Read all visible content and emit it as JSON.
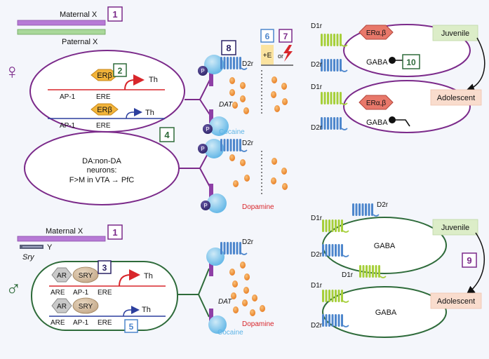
{
  "colors": {
    "female": "#7b2a8a",
    "male": "#2e6b3a",
    "maternal_bar": "#b77ad6",
    "paternal_bar": "#a9d89a",
    "y_bar": "#59607a",
    "dopamine": "#f08a2a",
    "cocaine": "#5db4e6",
    "d1r": "#a6cf3a",
    "d2r": "#4d86cc",
    "er_fill": "#f2b43a",
    "er_alpha_fill": "#e8786a",
    "juvenile_fill": "#dcedc8",
    "adolescent_fill": "#f9dccd",
    "estrogen_fill": "#fbe3a0",
    "lightning": "#d8262b"
  },
  "female_panel": {
    "symbol": "♀",
    "maternal_x_label": "Maternal X",
    "paternal_x_label": "Paternal X",
    "badge_1": "1",
    "badge_2": "2",
    "badge_4": "4",
    "er_beta_top": "ERβ",
    "er_beta_bottom": "ERβ",
    "th_top": "Th",
    "th_bottom": "Th",
    "ap1_top": "AP-1",
    "ere_top": "ERE",
    "ap1_bottom": "AP-1",
    "ere_bottom": "ERE",
    "neurons_line1": "DA:non-DA",
    "neurons_line2": "neurons:",
    "neurons_line3": "F>M in VTA → PfC"
  },
  "synapse_female": {
    "badge_8": "8",
    "badge_6": "6",
    "badge_7": "7",
    "estrogen_label": "+E",
    "or_label": "or",
    "d2r_top": "D2r",
    "dat_label": "DAT",
    "cocaine_label": "Cocaine",
    "d2r_bottom": "D2r",
    "dopamine_label": "Dopamine",
    "p_label": "P"
  },
  "female_circuit": {
    "d1r_top": "D1r",
    "d2r_top": "D2r",
    "d1r_bottom": "D1r",
    "d2r_bottom": "D2r",
    "er_alpha_top": "ERα,β",
    "er_alpha_bottom": "ERα,β",
    "gaba_top": "GABA",
    "gaba_bottom": "GABA",
    "juvenile": "Juvenile",
    "adolescent": "Adolescent",
    "badge_10": "10"
  },
  "male_panel": {
    "symbol": "♂",
    "maternal_x_label": "Maternal X",
    "y_label": "Y",
    "sry_gene_label": "Sry",
    "badge_1": "1",
    "badge_3": "3",
    "badge_5": "5",
    "ar_top": "AR",
    "sry_top": "SRY",
    "ar_bottom": "AR",
    "sry_bottom": "SRY",
    "th_top": "Th",
    "th_bottom": "Th",
    "are_top": "ARE",
    "ap1_top": "AP-1",
    "ere_top": "ERE",
    "are_bottom": "ARE",
    "ap1_bottom": "AP-1",
    "ere_bottom": "ERE"
  },
  "synapse_male": {
    "d2r_label": "D2r",
    "dat_label": "DAT",
    "cocaine_label": "Cocaine",
    "dopamine_label": "Dopamine"
  },
  "male_circuit": {
    "d2r_top_right": "D2r",
    "d1r_left_top": "D1r",
    "d2r_left_top": "D2r",
    "d1r_mid": "D1r",
    "gaba_top": "GABA",
    "d1r_left_bottom": "D1r",
    "d2r_left_bottom": "D2r",
    "gaba_bottom": "GABA",
    "juvenile": "Juvenile",
    "adolescent": "Adolescent",
    "badge_9": "9"
  }
}
